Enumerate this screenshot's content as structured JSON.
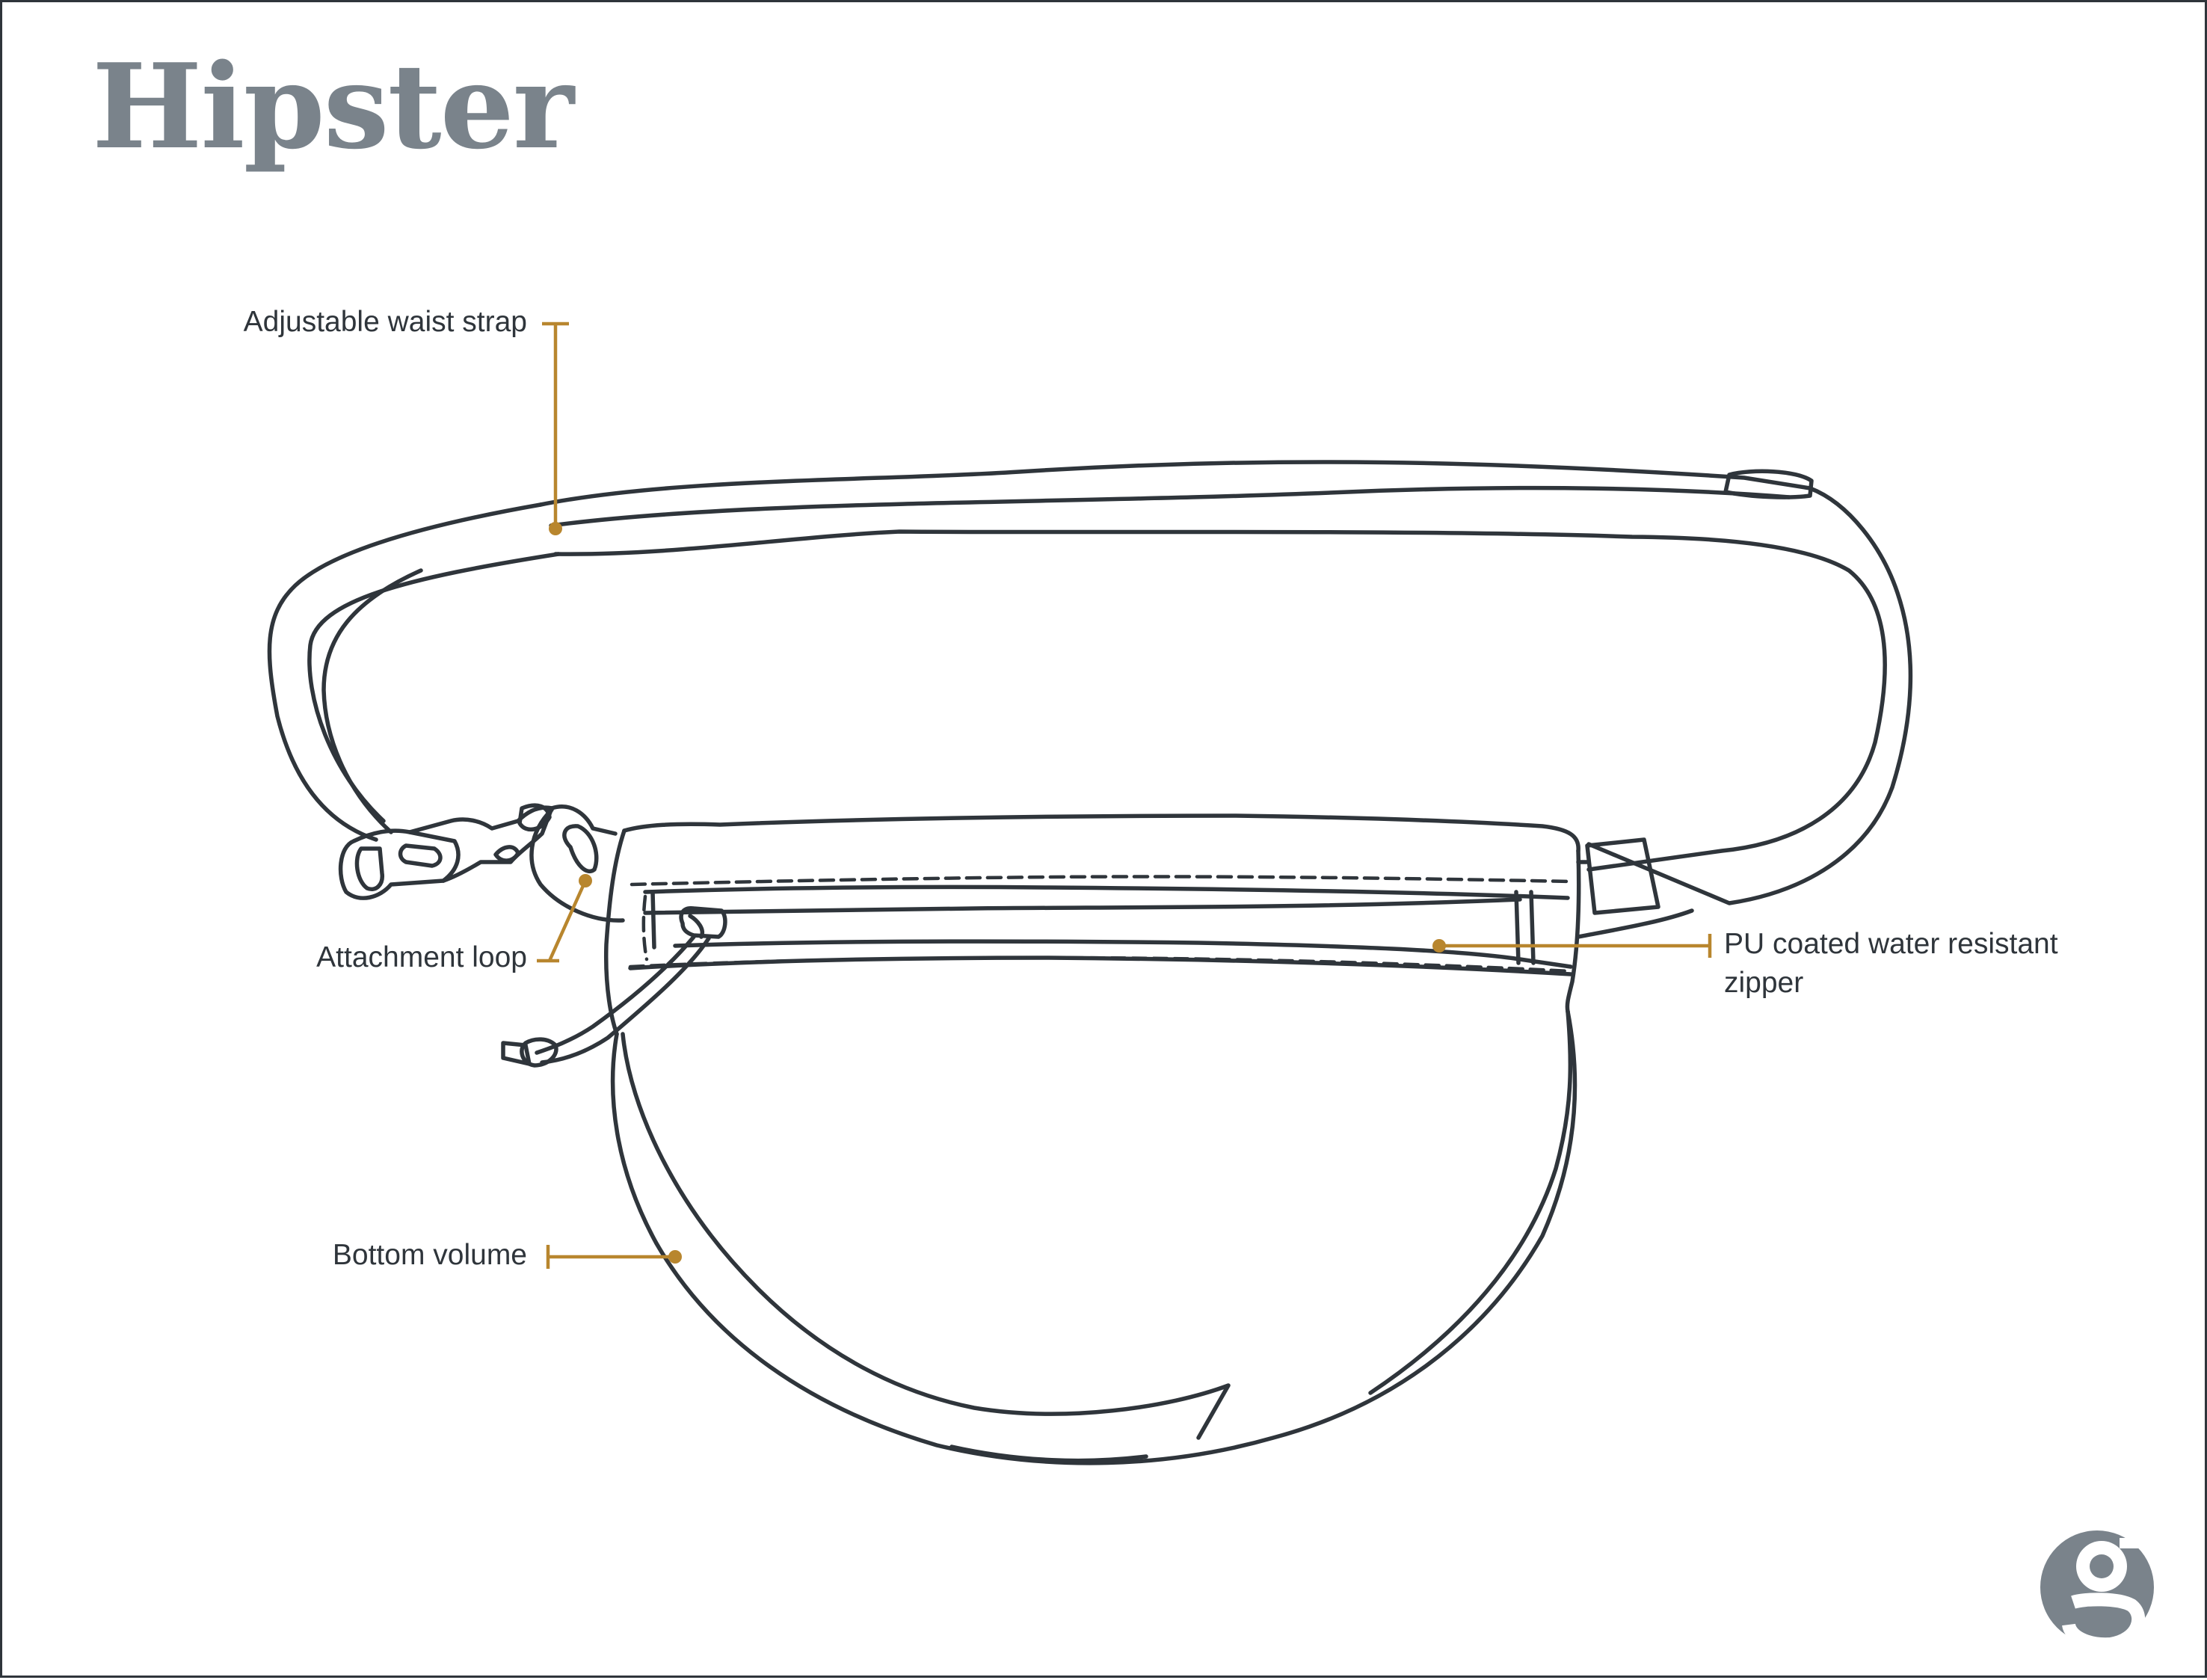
{
  "title": "Hipster",
  "callouts": {
    "strap": "Adjustable waist strap",
    "loop": "Attachment loop",
    "volume": "Bottom volume",
    "zipper_line1": "PU coated water resistant",
    "zipper_line2": "zipper"
  },
  "colors": {
    "outline": "#2f353b",
    "leader": "#b8862e",
    "title": "#7a838b",
    "logo": "#7a838b"
  },
  "logo": {
    "icon": "g-logo-icon"
  }
}
